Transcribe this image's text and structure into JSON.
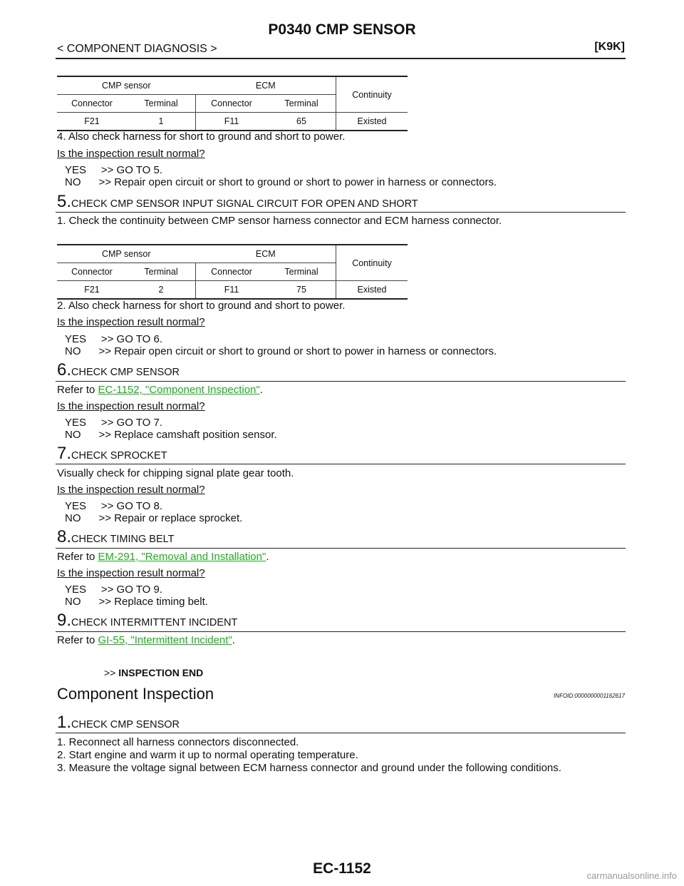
{
  "header": {
    "title": "P0340 CMP SENSOR",
    "breadcrumb": "< COMPONENT DIAGNOSIS >",
    "model": "[K9K]"
  },
  "table1": {
    "group_left": "CMP sensor",
    "group_right": "ECM",
    "continuity": "Continuity",
    "col_connector": "Connector",
    "col_terminal": "Terminal",
    "row": [
      "F21",
      "1",
      "F11",
      "65",
      "Existed"
    ]
  },
  "block_a": {
    "item4": "4.  Also check harness for short to ground and short to power.",
    "question": "Is the inspection result normal?",
    "yes": "YES     >> GO TO 5.",
    "no": "NO      >> Repair open circuit or short to ground or short to power in harness or connectors."
  },
  "step5": {
    "num": "5.",
    "title": "CHECK CMP SENSOR INPUT SIGNAL CIRCUIT FOR OPEN AND SHORT",
    "item1": "1.  Check the continuity between CMP sensor harness connector and ECM harness connector."
  },
  "table2": {
    "group_left": "CMP sensor",
    "group_right": "ECM",
    "continuity": "Continuity",
    "col_connector": "Connector",
    "col_terminal": "Terminal",
    "row": [
      "F21",
      "2",
      "F11",
      "75",
      "Existed"
    ]
  },
  "block_b": {
    "item2": "2.  Also check harness for short to ground and short to power.",
    "question": "Is the inspection result normal?",
    "yes": "YES     >> GO TO 6.",
    "no": "NO      >> Repair open circuit or short to ground or short to power in harness or connectors."
  },
  "step6": {
    "num": "6.",
    "title": "CHECK CMP SENSOR",
    "refer": "Refer to ",
    "link": "EC-1152, \"Component Inspection\"",
    "period": ".",
    "question": "Is the inspection result normal?",
    "yes": "YES     >> GO TO 7.",
    "no": "NO      >> Replace camshaft position sensor."
  },
  "step7": {
    "num": "7.",
    "title": "CHECK SPROCKET",
    "body": "Visually check for chipping signal plate gear tooth.",
    "question": "Is the inspection result normal?",
    "yes": "YES     >> GO TO 8.",
    "no": "NO      >> Repair or replace sprocket."
  },
  "step8": {
    "num": "8.",
    "title": "CHECK TIMING BELT",
    "refer": "Refer to ",
    "link": "EM-291, \"Removal and Installation\"",
    "period": ".",
    "question": "Is the inspection result normal?",
    "yes": "YES     >> GO TO 9.",
    "no": "NO      >> Replace timing belt."
  },
  "step9": {
    "num": "9.",
    "title": "CHECK INTERMITTENT INCIDENT",
    "refer": "Refer to ",
    "link": "GI-55, \"Intermittent Incident\"",
    "period": ".",
    "end_arrow": ">>",
    "end_text": "INSPECTION END"
  },
  "component": {
    "heading": "Component Inspection",
    "infoid": "INFOID:0000000001162617",
    "num": "1.",
    "title": "CHECK CMP SENSOR",
    "items": [
      "1.  Reconnect all harness connectors disconnected.",
      "2.  Start engine and warm it up to normal operating temperature.",
      "3.  Measure the voltage signal between ECM harness connector and ground under the following conditions."
    ]
  },
  "footer": {
    "page": "EC-1152",
    "watermark": "carmanualsonline.info"
  }
}
